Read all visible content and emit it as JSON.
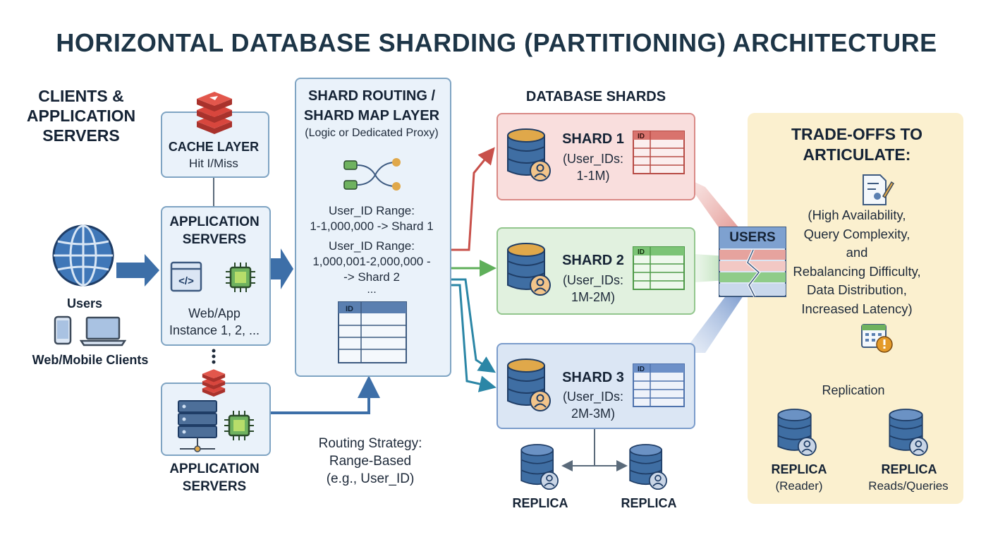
{
  "title": "HORIZONTAL DATABASE SHARDING (PARTITIONING) ARCHITECTURE",
  "clients": {
    "heading": [
      "CLIENTS &",
      "APPLICATION",
      "SERVERS"
    ],
    "users_label": "Users",
    "clients_label": "Web/Mobile Clients"
  },
  "cache": {
    "title": "CACHE LAYER",
    "subtitle": "Hit I/Miss"
  },
  "app_top": {
    "title": [
      "APPLICATION",
      "SERVERS"
    ],
    "instance": [
      "Web/App",
      "Instance 1, 2, ..."
    ]
  },
  "app_bottom": {
    "title": [
      "APPLICATION",
      "SERVERS"
    ]
  },
  "routing": {
    "title": [
      "SHARD ROUTING /",
      "SHARD MAP LAYER"
    ],
    "subtitle": "(Logic or Dedicated Proxy)",
    "range1": [
      "User_ID Range:",
      "1-1,000,000 -> Shard 1"
    ],
    "range2": [
      "User_ID Range:",
      "1,000,001-2,000,000 -",
      "-> Shard 2"
    ],
    "more": "...",
    "table_header": "ID"
  },
  "strategy": [
    "Routing Strategy:",
    "Range-Based",
    "(e.g., User_ID)"
  ],
  "shards_heading": "DATABASE SHARDS",
  "shards": [
    {
      "name": "SHARD 1",
      "ids_label": "(User_IDs:",
      "range": "1-1M)",
      "table_header": "ID"
    },
    {
      "name": "SHARD 2",
      "ids_label": "(User_IDs:",
      "range": "1M-2M)",
      "table_header": "ID"
    },
    {
      "name": "SHARD 3",
      "ids_label": "(User_IDs:",
      "range": "2M-3M)",
      "table_header": "ID"
    }
  ],
  "replicas_bottom": [
    "REPLICA",
    "REPLICA"
  ],
  "users_table": "USERS",
  "tradeoffs": {
    "title": [
      "TRADE-OFFS TO",
      "ARTICULATE:"
    ],
    "items": [
      "(High Availability,",
      "Query Complexity,",
      "and",
      "Rebalancing Difficulty,",
      "Data Distribution,",
      "Increased Latency)"
    ],
    "replication": "Replication",
    "replica_left": {
      "name": "REPLICA",
      "role": "(Reader)"
    },
    "replica_right": {
      "name": "REPLICA",
      "role": "Reads/Queries"
    }
  },
  "colors": {
    "dark_text": "#152335",
    "box_blue": "#eaf2fa",
    "shard_red": "#f9dedd",
    "shard_green": "#e1f1df",
    "shard_blue": "#dbe6f4",
    "tradeoff_bg": "#fbf0cf",
    "arrow_blue": "#3d6fa8",
    "arrow_red": "#c8504a",
    "arrow_green": "#5faf5a",
    "arrow_teal": "#2b86a6",
    "db_fill": "#3f6ea3",
    "db_top": "#e0a84a"
  },
  "icons": [
    "globe-icon",
    "phone-icon",
    "laptop-icon",
    "redis-icon",
    "code-window-icon",
    "chip-icon",
    "server-rack-icon",
    "network-icon",
    "database-icon",
    "user-icon",
    "document-icon",
    "calendar-alert-icon"
  ]
}
